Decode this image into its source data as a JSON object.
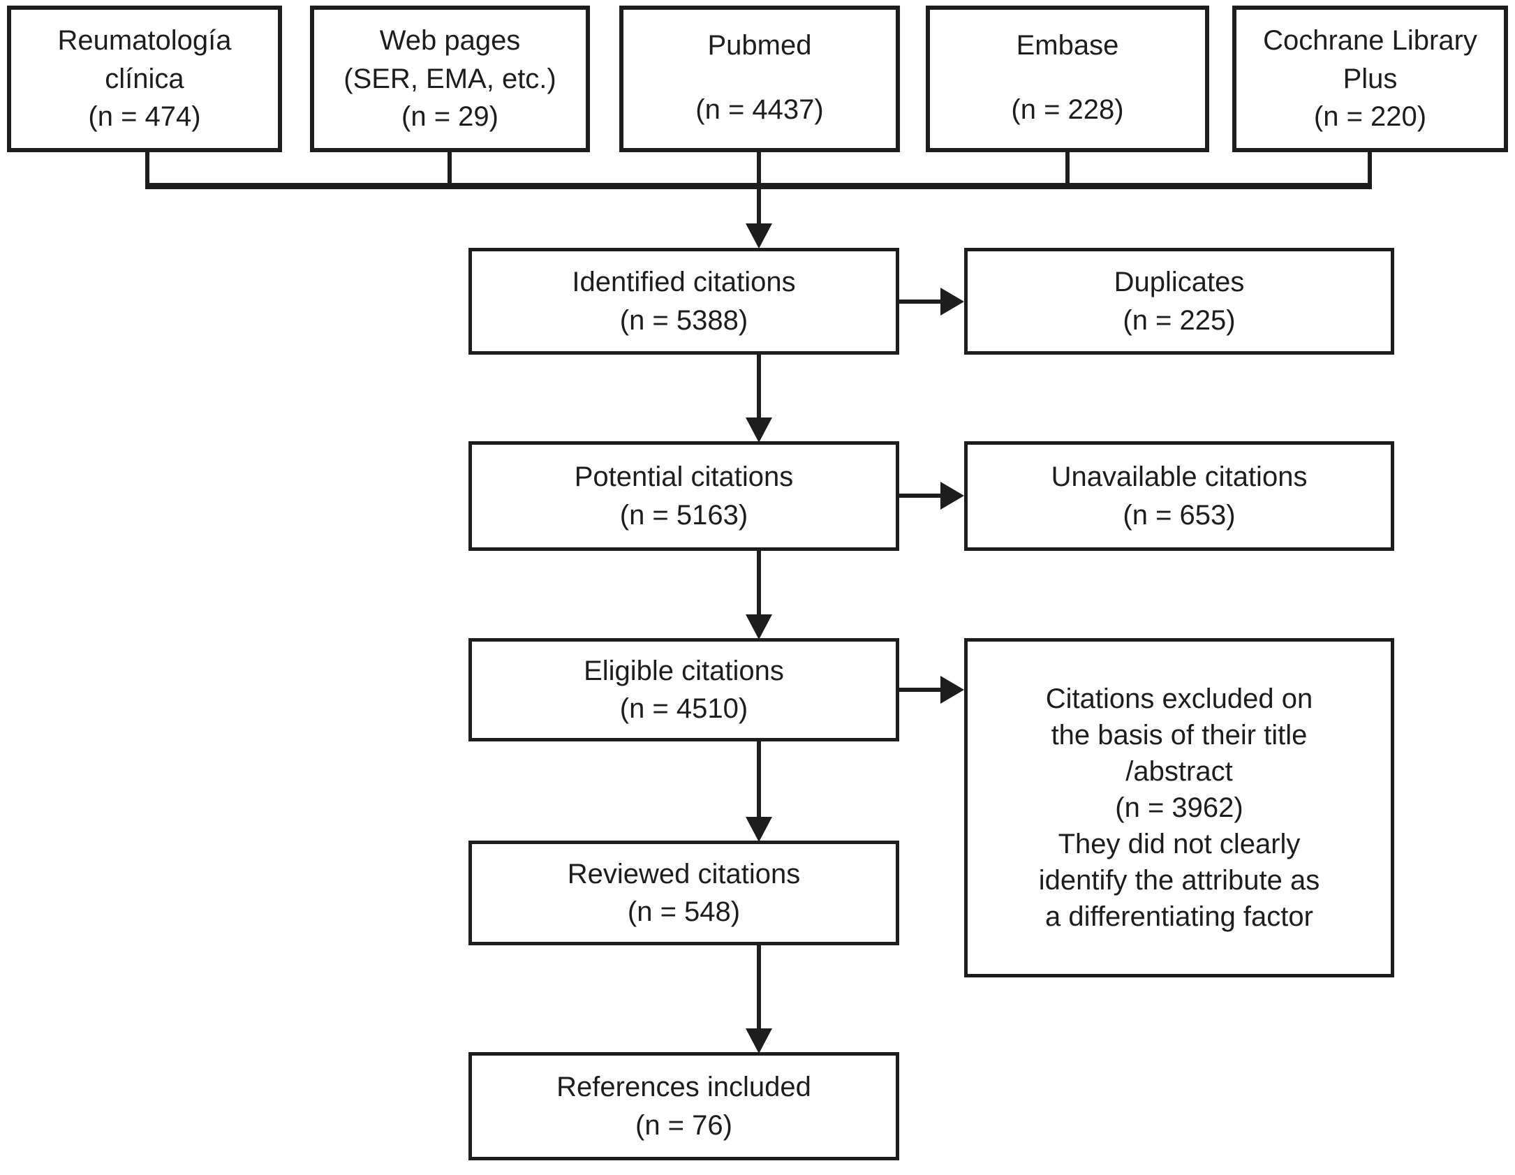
{
  "diagram_type": "citation-screening-flowchart",
  "colors": {
    "line": "#1d1d1b",
    "text": "#1d1d1b",
    "background": "#ffffff"
  },
  "sources": [
    {
      "id": "reumatologia-clinica",
      "title": "Reumatología\nclínica",
      "count": "(n = 474)"
    },
    {
      "id": "web-pages",
      "title": "Web pages\n(SER, EMA, etc.)",
      "count": "(n = 29)"
    },
    {
      "id": "pubmed",
      "title": "Pubmed",
      "count": "(n = 4437)"
    },
    {
      "id": "embase",
      "title": "Embase",
      "count": "(n = 228)"
    },
    {
      "id": "cochrane-library-plus",
      "title": "Cochrane Library\nPlus",
      "count": "(n = 220)"
    }
  ],
  "flow": {
    "identified": {
      "label": "Identified citations",
      "count": "(n = 5388)",
      "text": "Identified citations\n(n = 5388)"
    },
    "potential": {
      "label": "Potential citations",
      "count": "(n = 5163)",
      "text": "Potential citations\n(n = 5163)"
    },
    "eligible": {
      "label": "Eligible citations",
      "count": "(n = 4510)",
      "text": "Eligible citations\n(n = 4510)"
    },
    "reviewed": {
      "label": "Reviewed citations",
      "count": "(n = 548)",
      "text": "Reviewed citations\n(n = 548)"
    },
    "included": {
      "label": "References included",
      "count": "(n = 76)",
      "text": "References included\n(n = 76)"
    }
  },
  "side": {
    "duplicates": {
      "label": "Duplicates",
      "count": "(n = 225)",
      "text": "Duplicates\n(n = 225)"
    },
    "unavailable": {
      "label": "Unavailable citations",
      "count": "(n = 653)",
      "text": "Unavailable citations\n(n = 653)"
    },
    "excluded": {
      "count": "(n = 3962)",
      "text": "Citations excluded on\nthe basis of their title\n/abstract\n(n = 3962)\nThey did not clearly\nidentify the attribute as\na differentiating factor"
    }
  }
}
